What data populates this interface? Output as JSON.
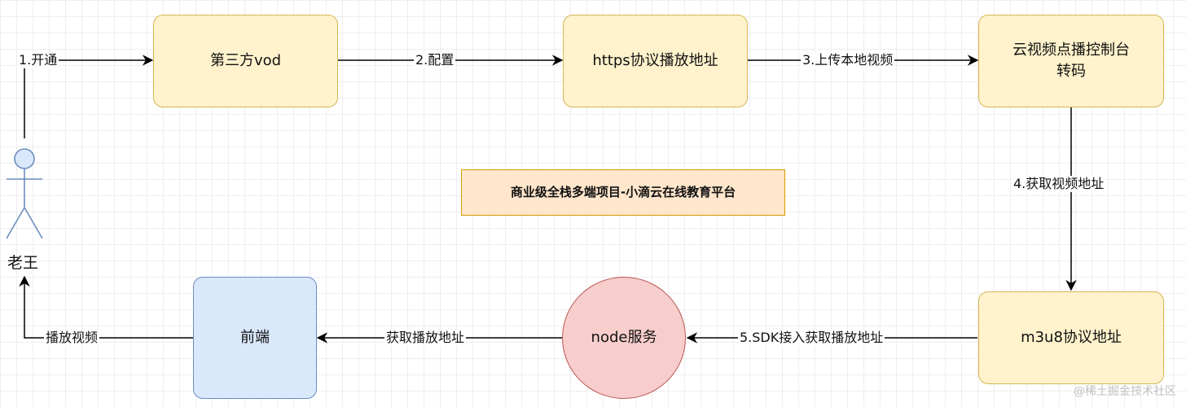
{
  "actor": {
    "label": "老王"
  },
  "nodes": {
    "third_party_vod": "第三方vod",
    "https_url": "https协议播放地址",
    "cloud_vod_console_line1": "云视频点播控制台",
    "cloud_vod_console_line2": "转码",
    "m3u8_url": "m3u8协议地址",
    "node_service": "node服务",
    "frontend": "前端",
    "title": "商业级全栈多端项目-小滴云在线教育平台"
  },
  "edges": {
    "open": "1.开通",
    "config": "2.配置",
    "upload": "3.上传本地视频",
    "get_video_url": "4.获取视频地址",
    "sdk_access": "5.SDK接入获取播放地址",
    "get_play_url": "获取播放地址",
    "play_video": "播放视频"
  },
  "watermark": "@稀土掘金技术社区"
}
